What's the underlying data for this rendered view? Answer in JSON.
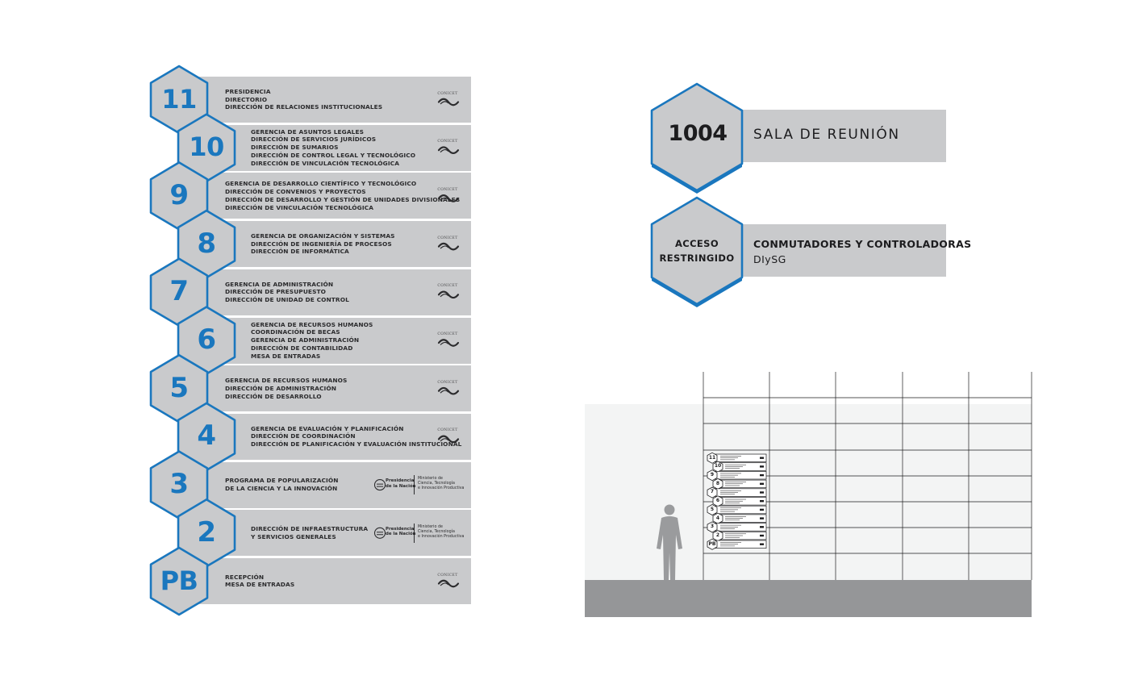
{
  "colors": {
    "hex_blue": "#1a77be",
    "hex_fill": "#c9cacc",
    "panel_fill": "#c9cacc",
    "text_dark": "#1c1c1e",
    "wall": "#f3f4f4",
    "floor": "#959698",
    "grid_line": "#1c1c1e"
  },
  "directory": {
    "floors": [
      {
        "number": "11",
        "logo": "conicet",
        "lines": [
          "PRESIDENCIA",
          "DIRECTORIO",
          "DIRECCIÓN DE RELACIONES INSTITUCIONALES"
        ]
      },
      {
        "number": "10",
        "logo": "conicet",
        "lines": [
          "GERENCIA DE ASUNTOS LEGALES",
          "DIRECCIÓN DE SERVICIOS JURÍDICOS",
          "DIRECCIÓN DE SUMARIOS",
          "DIRECCIÓN DE CONTROL LEGAL Y TECNOLÓGICO",
          "DIRECCIÓN DE VINCULACIÓN TECNOLÓGICA"
        ]
      },
      {
        "number": "9",
        "logo": "conicet",
        "lines": [
          "GERENCIA DE DESARROLLO CIENTÍFICO Y TECNOLÓGICO",
          "DIRECCIÓN DE CONVENIOS Y PROYECTOS",
          "DIRECCIÓN DE DESARROLLO Y GESTIÓN DE UNIDADES DIVISIONALES",
          "DIRECCIÓN DE VINCULACIÓN TECNOLÓGICA"
        ]
      },
      {
        "number": "8",
        "logo": "conicet",
        "lines": [
          "GERENCIA DE ORGANIZACIÓN Y SISTEMAS",
          "DIRECCIÓN DE INGENIERÍA DE PROCESOS",
          "DIRECCIÓN DE INFORMÁTICA"
        ]
      },
      {
        "number": "7",
        "logo": "conicet",
        "lines": [
          "GERENCIA DE ADMINISTRACIÓN",
          "DIRECCIÓN DE PRESUPUESTO",
          "DIRECCIÓN DE UNIDAD DE CONTROL"
        ]
      },
      {
        "number": "6",
        "logo": "conicet",
        "lines": [
          "GERENCIA DE RECURSOS HUMANOS",
          "COORDINACIÓN DE BECAS",
          "GERENCIA DE ADMINISTRACIÓN",
          "DIRECCIÓN DE CONTABILIDAD",
          "MESA DE ENTRADAS"
        ]
      },
      {
        "number": "5",
        "logo": "conicet",
        "lines": [
          "GERENCIA DE RECURSOS HUMANOS",
          "DIRECCIÓN DE ADMINISTRACIÓN",
          "DIRECCIÓN DE DESARROLLO"
        ]
      },
      {
        "number": "4",
        "logo": "conicet",
        "lines": [
          "GERENCIA DE EVALUACIÓN Y PLANIFICACIÓN",
          "DIRECCIÓN DE COORDINACIÓN",
          "DIRECCIÓN DE PLANIFICACIÓN Y EVALUACIÓN INSTITUCIONAL"
        ]
      },
      {
        "number": "3",
        "logo": "gov",
        "lines": [
          "PROGRAMA DE POPULARIZACIÓN",
          "DE LA CIENCIA Y LA INNOVACIÓN"
        ]
      },
      {
        "number": "2",
        "logo": "gov",
        "lines": [
          "DIRECCIÓN DE INFRAESTRUCTURA",
          "Y SERVICIOS GENERALES"
        ]
      },
      {
        "number": "PB",
        "logo": "conicet",
        "lines": [
          "RECEPCIÓN",
          "MESA DE ENTRADAS"
        ]
      }
    ],
    "conicet_logo_text": "CONICET",
    "gov_logo": {
      "left_lines": [
        "Presidencia",
        "de la Nación"
      ],
      "right_lines": [
        "Ministerio de",
        "Ciencia, Tecnología",
        "e Innovación Productiva"
      ]
    }
  },
  "room_sign": {
    "number": "1004",
    "title": "SALA DE REUNIÓN"
  },
  "restricted_sign": {
    "hex_lines": [
      "ACCESO",
      "RESTRINGIDO"
    ],
    "title": "CONMUTADORES Y CONTROLADORAS",
    "subtitle": "DIySG"
  },
  "elevation": {
    "mini_numbers": [
      "11",
      "10",
      "9",
      "8",
      "7",
      "6",
      "5",
      "4",
      "3",
      "2",
      "PB"
    ]
  }
}
